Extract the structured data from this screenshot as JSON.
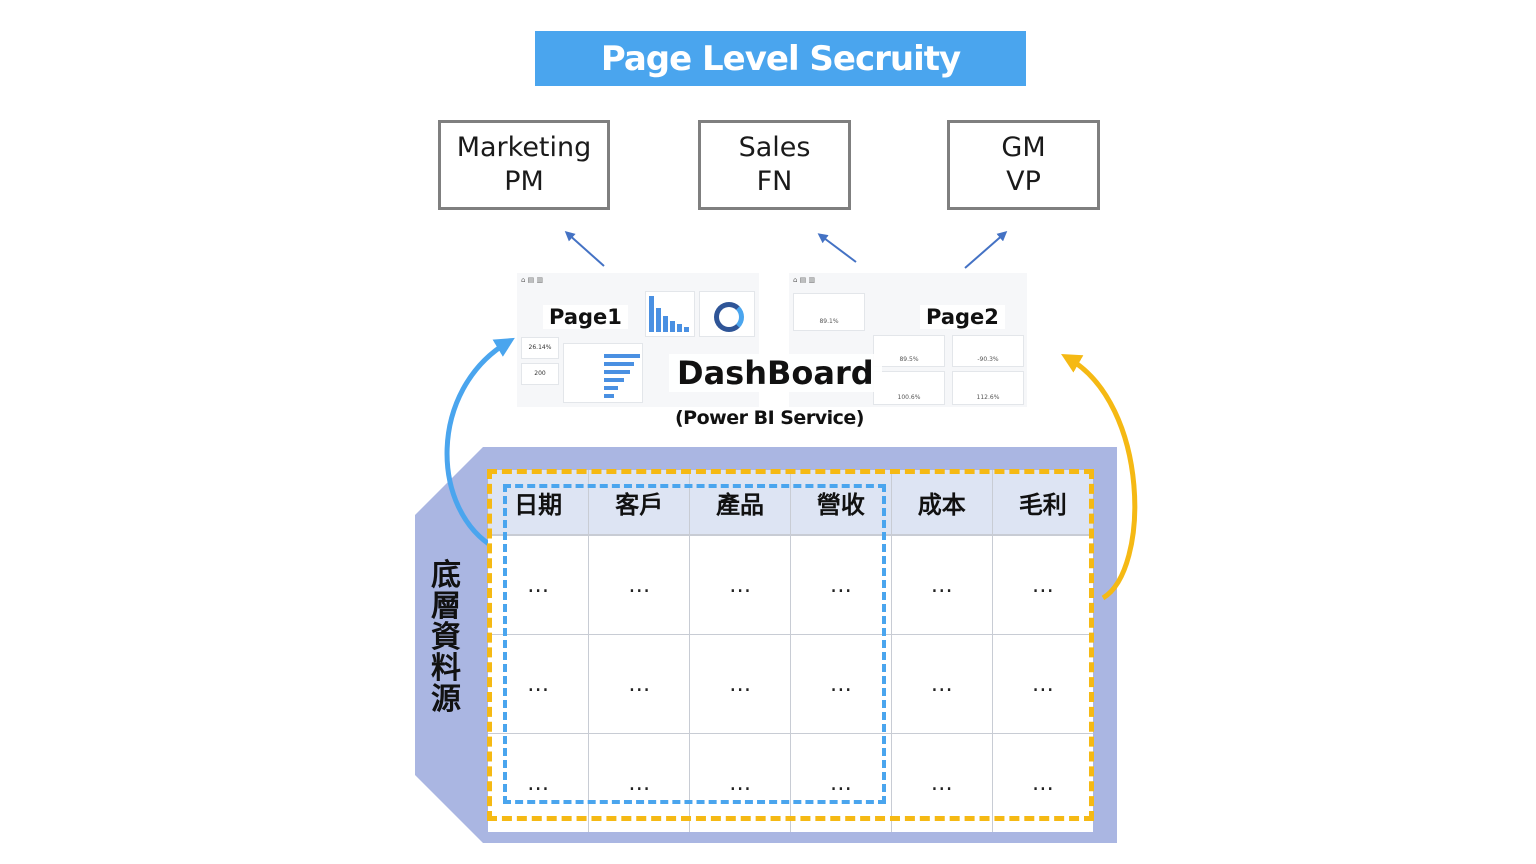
{
  "title": "Page Level Secruity",
  "roles": [
    {
      "line1": "Marketing",
      "line2": "PM"
    },
    {
      "line1": "Sales",
      "line2": "FN"
    },
    {
      "line1": "GM",
      "line2": "VP"
    }
  ],
  "dashboard": {
    "page1_label": "Page1",
    "page2_label": "Page2",
    "title": "DashBoard",
    "subtitle": "(Power BI Service)",
    "page1_mini_values": [
      "26.14%",
      "200"
    ],
    "page2_mini_values": [
      "89.1%",
      "89.5%",
      "-90.3%",
      "100.6%",
      "112.6%"
    ]
  },
  "data_source": {
    "side_label": "底層資料源",
    "columns": [
      "日期",
      "客戶",
      "產品",
      "營收",
      "成本",
      "毛利"
    ],
    "rows": [
      [
        "…",
        "…",
        "…",
        "…",
        "…",
        "…"
      ],
      [
        "…",
        "…",
        "…",
        "…",
        "…",
        "…"
      ],
      [
        "…",
        "…",
        "…",
        "…",
        "…",
        "…"
      ]
    ]
  },
  "colors": {
    "banner": "#4aa5ee",
    "source_panel": "#aab6e2",
    "page1_access": "#4aa5ee",
    "page2_access": "#f5b914",
    "role_arrow": "#4472c4"
  }
}
